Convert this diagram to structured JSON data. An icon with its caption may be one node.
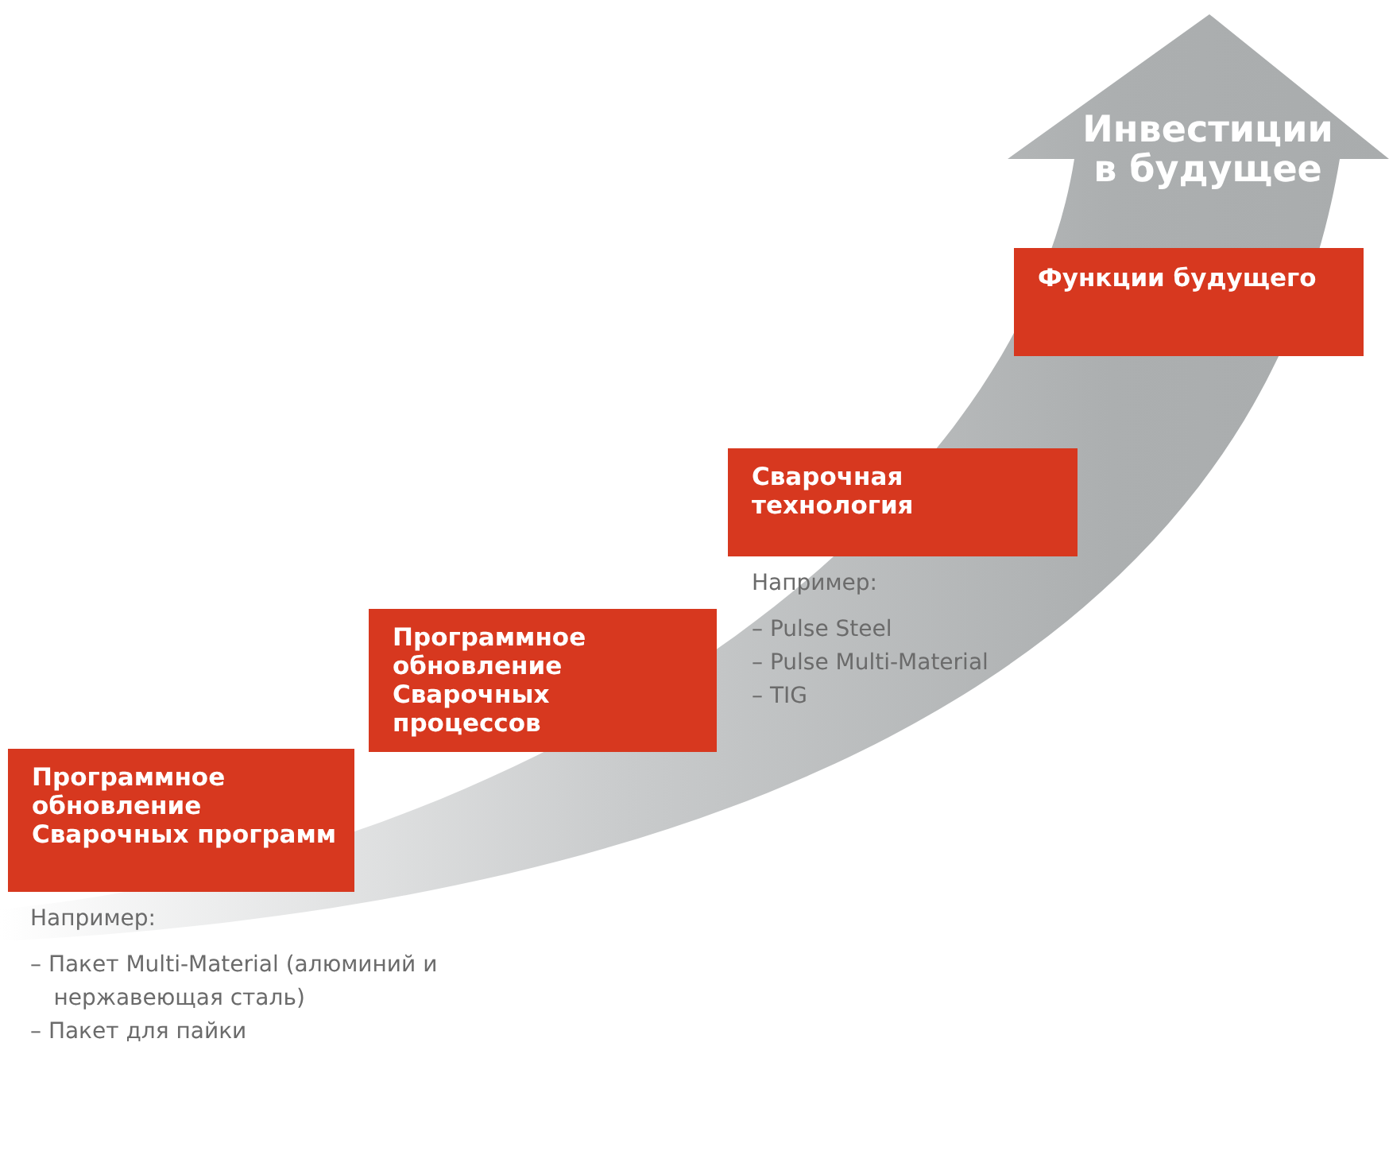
{
  "diagram": {
    "nodes": [
      {
        "text": [
          "Программное обновление Сварочных программ"
        ],
        "beside": [
          "Например:",
          "– Пакет Multi-Material (алюминий и нержавеющая сталь)",
          "– Пакет для пайки"
        ]
      },
      {
        "text": [
          "Программное обновление Сварочных процессов"
        ]
      },
      {
        "text": [
          "Сварочная технология"
        ],
        "beside": [
          "Например:",
          "– Pulse Steel",
          "– Pulse Multi-Material",
          "– TIG"
        ]
      },
      {
        "text": [
          "Функции будущего"
        ]
      }
    ],
    "labels": [
      "Инвестиции в будущее"
    ]
  }
}
